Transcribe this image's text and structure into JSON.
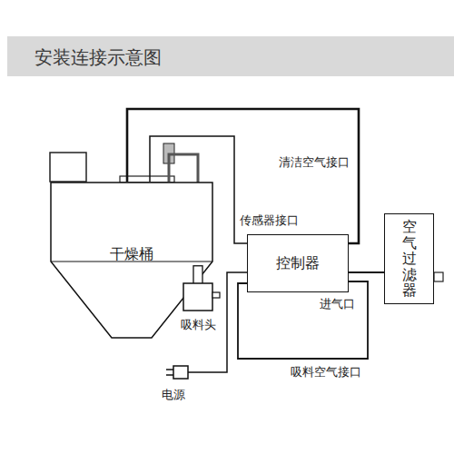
{
  "diagram": {
    "title": "安装连接示意图",
    "nodes": [
      {
        "text": [
          "干燥桶"
        ]
      },
      {
        "text": [
          "吸料头"
        ]
      },
      {
        "text": [
          "控制器"
        ]
      },
      {
        "text": [
          "空气过滤器"
        ]
      }
    ],
    "edges": [
      {
        "from": 0,
        "to": 2,
        "arrow": "none"
      },
      {
        "from": 0,
        "to": 2,
        "arrow": "none"
      },
      {
        "from": 0,
        "to": 1,
        "arrow": "none"
      },
      {
        "from": 2,
        "to": 3,
        "arrow": "none"
      }
    ],
    "labels": [
      "清洁空气接口",
      "传感器接口",
      "进气口",
      "吸料空气接口",
      "电源"
    ]
  }
}
